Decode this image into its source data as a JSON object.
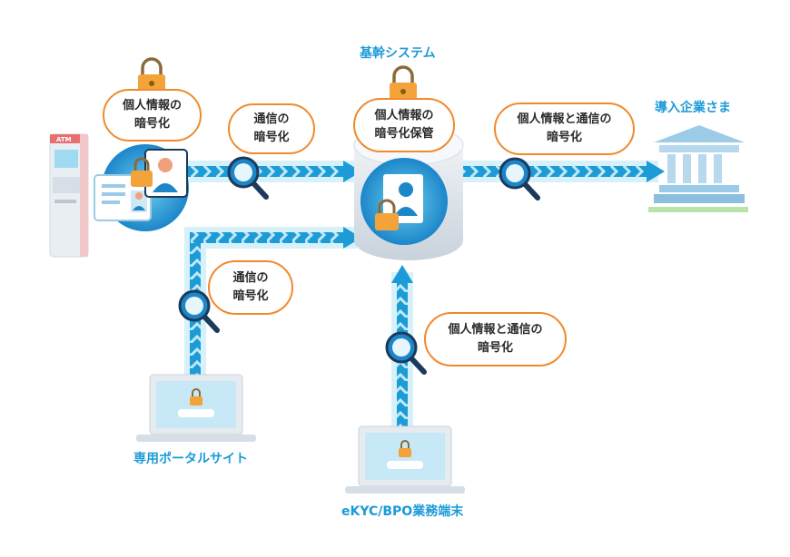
{
  "nodes": {
    "core_system": "基幹システム",
    "client_company": "導入企業さま",
    "portal_site": "専用ポータルサイト",
    "ekyc_terminal": "eKYC/BPO業務端末"
  },
  "bubbles": {
    "personal_info_encryption": [
      "個人情報の",
      "暗号化"
    ],
    "comm_encryption_top": [
      "通信の",
      "暗号化"
    ],
    "personal_info_storage": [
      "個人情報の",
      "暗号化保管"
    ],
    "info_and_comm_right": [
      "個人情報と通信の",
      "暗号化"
    ],
    "comm_encryption_left": [
      "通信の",
      "暗号化"
    ],
    "info_and_comm_bottom": [
      "個人情報と通信の",
      "暗号化"
    ]
  },
  "device_text": {
    "atm_label": "ATM"
  },
  "colors": {
    "flow": "#1c9bd6",
    "flow_glow": "#bfe9f6",
    "bubble_border": "#f08a2c",
    "lock": "#f3a33a",
    "label": "#1c9bd6",
    "building": "#9ccbe8"
  },
  "icons": [
    "lock-icon",
    "magnifier-icon",
    "atm-icon",
    "laptop-icon",
    "database-icon",
    "building-icon",
    "id-card-icon",
    "user-icon"
  ]
}
